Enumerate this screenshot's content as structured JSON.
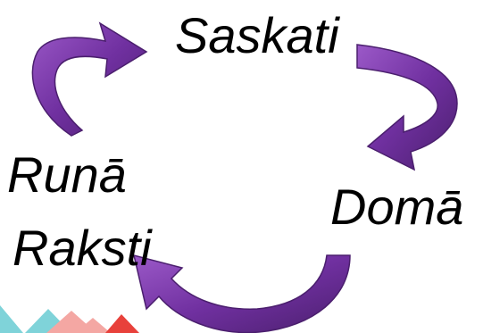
{
  "cycle": {
    "steps": [
      "Saskati",
      "Domā",
      "Runā",
      "Raksti"
    ]
  },
  "colors": {
    "arrow_fill": "#7030A0",
    "arrow_highlight": "#9B59C8",
    "arrow_shadow": "#4B1F6E",
    "text": "#000000",
    "deco_teal": "#7FD3D9",
    "deco_pink": "#F4A7A3",
    "deco_red": "#E8413B"
  },
  "icons": [
    "curved-arrow-icon",
    "curved-arrow-icon",
    "curved-arrow-icon",
    "curved-arrow-icon",
    "triangle-decoration-icon"
  ]
}
